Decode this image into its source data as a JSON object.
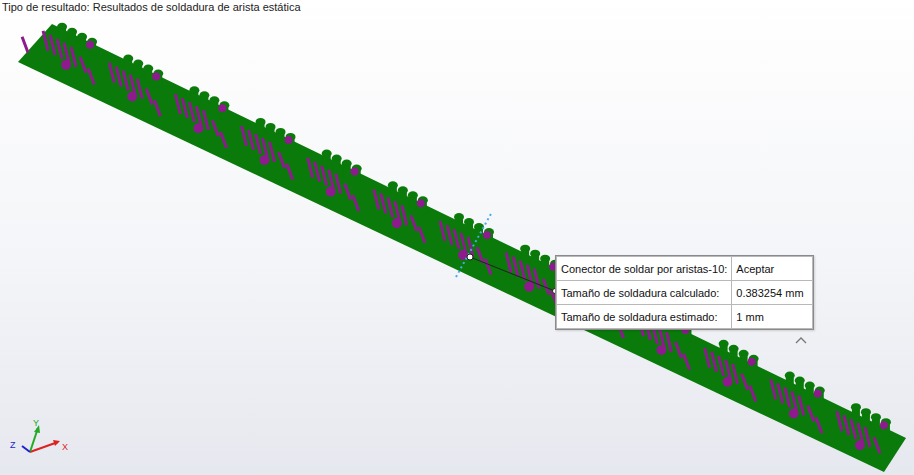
{
  "diagram": {
    "title": "Tipo de resultado: Resultados de soldadura de arista estática",
    "labels": [
      "Conector de soldar por aristas-10:",
      "Aceptar",
      "Tamaño de soldadura calculado:",
      "0.383254 mm",
      "Tamaño de soldadura estimado:",
      "1 mm",
      "Y",
      "Z",
      "X"
    ]
  }
}
